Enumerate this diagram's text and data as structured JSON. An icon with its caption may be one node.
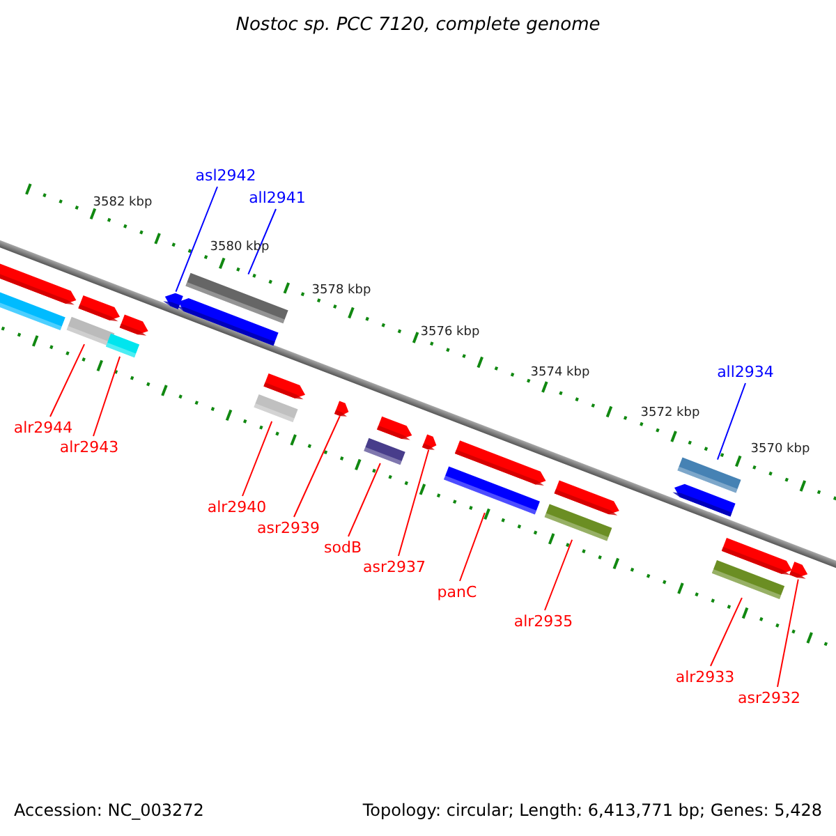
{
  "diagram": {
    "title": "Nostoc sp. PCC 7120, complete genome",
    "nodes": [
      {
        "text": [
          "asl2942"
        ]
      },
      {
        "text": [
          "all2941"
        ]
      },
      {
        "text": [
          "all2934"
        ]
      },
      {
        "text": [
          "alr2944"
        ]
      },
      {
        "text": [
          "alr2943"
        ]
      },
      {
        "text": [
          "alr2940"
        ]
      },
      {
        "text": [
          "asr2939"
        ]
      },
      {
        "text": [
          "sodB"
        ]
      },
      {
        "text": [
          "asr2937"
        ]
      },
      {
        "text": [
          "panC"
        ]
      },
      {
        "text": [
          "alr2935"
        ]
      },
      {
        "text": [
          "alr2933"
        ]
      },
      {
        "text": [
          "asr2932"
        ]
      },
      {
        "text": [],
        "shape": "arrow"
      },
      {
        "text": [],
        "shape": "arrow"
      },
      {
        "text": [],
        "shape": "arrow"
      },
      {
        "text": [],
        "shape": "arrow"
      },
      {
        "text": [],
        "shape": "arrow"
      },
      {
        "text": [],
        "shape": "arrow"
      },
      {
        "text": [],
        "shape": "arrow"
      },
      {
        "text": [],
        "shape": "arrow"
      },
      {
        "text": [],
        "shape": "arrow"
      },
      {
        "text": [],
        "shape": "arrow"
      },
      {
        "text": [],
        "shape": "arrow"
      },
      {
        "text": [],
        "shape": "arrow"
      },
      {
        "text": [],
        "shape": "arrow"
      }
    ],
    "edges": [
      {
        "from": 0,
        "to": 13,
        "arrow": "none",
        "color": "#0000ff"
      },
      {
        "from": 1,
        "to": 14,
        "arrow": "none",
        "color": "#0000ff"
      },
      {
        "from": 2,
        "to": 15,
        "arrow": "none",
        "color": "#0000ff"
      },
      {
        "from": 3,
        "to": 16,
        "arrow": "none"
      },
      {
        "from": 4,
        "to": 17,
        "arrow": "none"
      },
      {
        "from": 5,
        "to": 18,
        "arrow": "none"
      },
      {
        "from": 6,
        "to": 19,
        "arrow": "none"
      },
      {
        "from": 7,
        "to": 20,
        "arrow": "none"
      },
      {
        "from": 8,
        "to": 21,
        "arrow": "none"
      },
      {
        "from": 9,
        "to": 22,
        "arrow": "none"
      },
      {
        "from": 10,
        "to": 23,
        "arrow": "none"
      },
      {
        "from": 11,
        "to": 24,
        "arrow": "none"
      },
      {
        "from": 12,
        "to": 25,
        "arrow": "none"
      }
    ],
    "labels": [
      "3582 kbp",
      "3580 kbp",
      "3578 kbp",
      "3576 kbp",
      "3574 kbp",
      "3572 kbp",
      "3570 kbp",
      "Accession: NC_003272",
      "Topology: circular; Length: 6,413,771 bp; Genes: 5,428"
    ]
  }
}
